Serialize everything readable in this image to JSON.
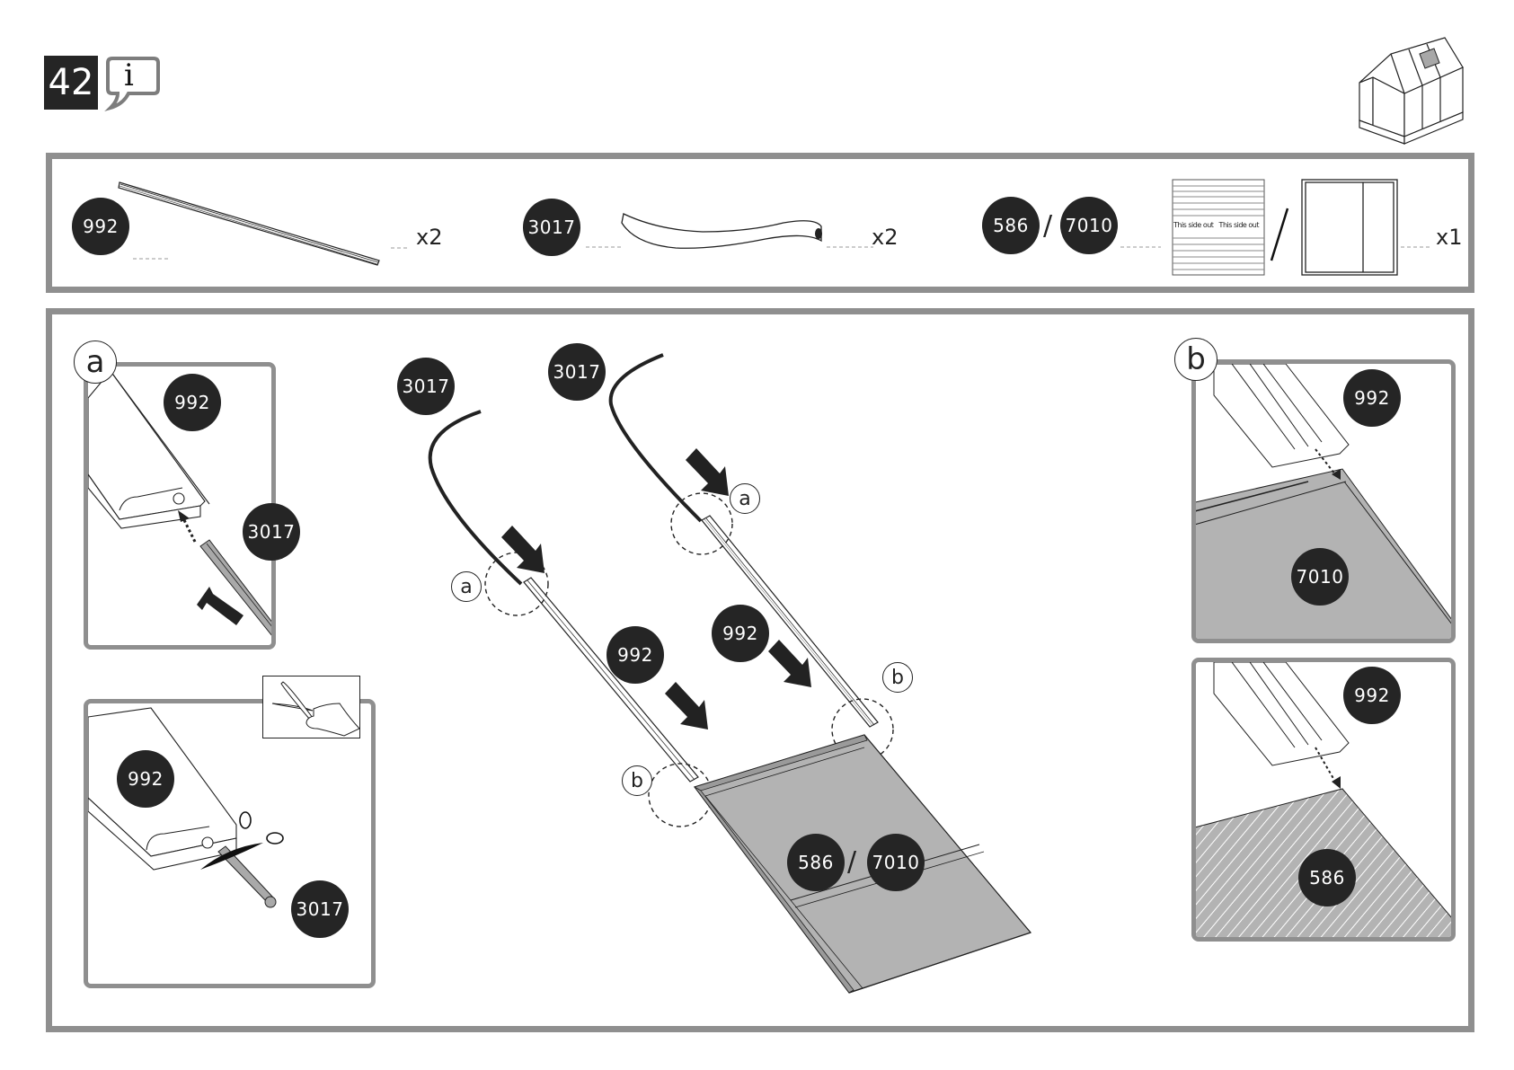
{
  "header": {
    "step_number": "42",
    "info_icon_glyph": "i"
  },
  "parts": [
    {
      "codes": [
        "992"
      ],
      "quantity": "x2",
      "part": "glazing-bar-profile"
    },
    {
      "codes": [
        "3017"
      ],
      "quantity": "x2",
      "part": "rubber-seal-strip"
    },
    {
      "codes": [
        "586",
        "7010"
      ],
      "separator": "/",
      "quantity": "x1",
      "part": "panel",
      "panel_label": "This side out   This side out"
    }
  ],
  "detail_a": {
    "callout": "a",
    "top_labels": [
      "992",
      "3017"
    ],
    "bottom_labels": [
      "992",
      "3017"
    ]
  },
  "assembly": {
    "seal_labels": [
      "3017",
      "3017"
    ],
    "bar_labels": [
      "992",
      "992"
    ],
    "panel_labels": [
      "586",
      "7010"
    ],
    "separator": "/",
    "callouts_a": [
      "a",
      "a"
    ],
    "callouts_b": [
      "b",
      "b"
    ]
  },
  "detail_b": {
    "callout": "b",
    "top": {
      "bar": "992",
      "panel": "7010"
    },
    "bottom": {
      "bar": "992",
      "panel": "586"
    }
  },
  "colors": {
    "badge": "#252525",
    "frame": "#8f8f8f",
    "panel_fill": "#b3b3b3"
  }
}
